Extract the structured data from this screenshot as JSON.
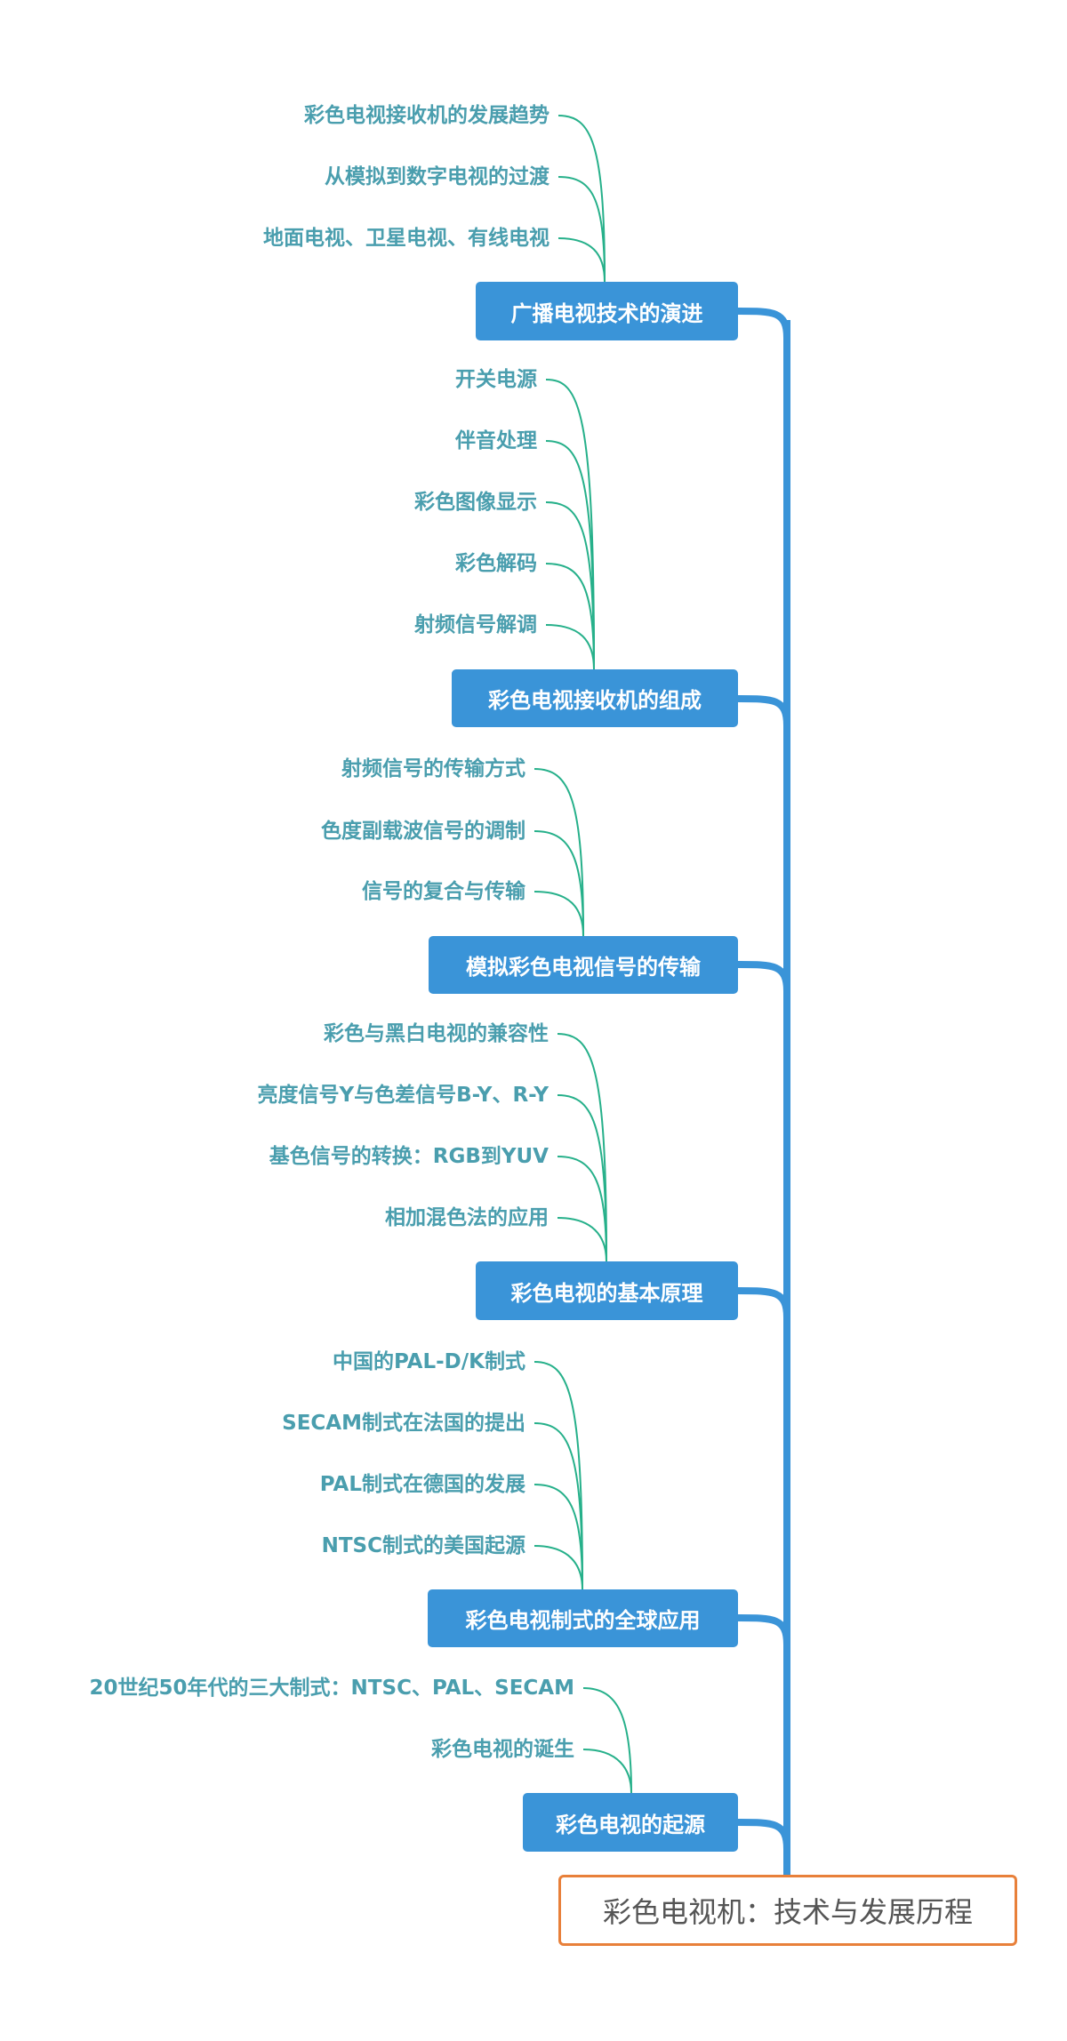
{
  "root": {
    "label": "彩色电视机：技术与发展历程"
  },
  "colors": {
    "branch_fill": "#3a94d8",
    "spine": "#3a94d8",
    "leaf_text": "#4a9eae",
    "leaf_line": "#26b08a",
    "root_border": "#e8803a",
    "root_text": "#555555"
  },
  "branches": [
    {
      "label": "广播电视技术的演进",
      "leaves": [
        "彩色电视接收机的发展趋势",
        "从模拟到数字电视的过渡",
        "地面电视、卫星电视、有线电视"
      ]
    },
    {
      "label": "彩色电视接收机的组成",
      "leaves": [
        "开关电源",
        "伴音处理",
        "彩色图像显示",
        "彩色解码",
        "射频信号解调"
      ]
    },
    {
      "label": "模拟彩色电视信号的传输",
      "leaves": [
        "射频信号的传输方式",
        "色度副载波信号的调制",
        "信号的复合与传输"
      ]
    },
    {
      "label": "彩色电视的基本原理",
      "leaves": [
        "彩色与黑白电视的兼容性",
        "亮度信号Y与色差信号B-Y、R-Y",
        "基色信号的转换：RGB到YUV",
        "相加混色法的应用"
      ]
    },
    {
      "label": "彩色电视制式的全球应用",
      "leaves": [
        "中国的PAL-D/K制式",
        "SECAM制式在法国的提出",
        "PAL制式在德国的发展",
        "NTSC制式的美国起源"
      ]
    },
    {
      "label": "彩色电视的起源",
      "leaves": [
        "20世纪50年代的三大制式：NTSC、PAL、SECAM",
        "彩色电视的诞生"
      ]
    }
  ]
}
